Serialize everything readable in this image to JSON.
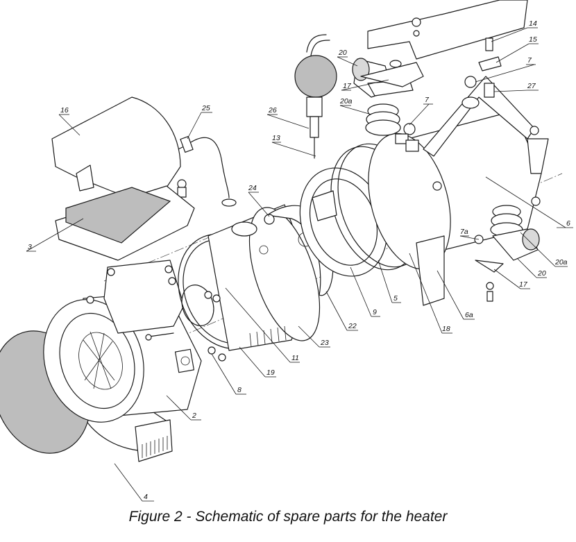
{
  "caption": "Figure 2 - Schematic of spare parts for the heater",
  "callouts": [
    {
      "id": "16",
      "text": "16"
    },
    {
      "id": "25",
      "text": "25"
    },
    {
      "id": "3",
      "text": "3"
    },
    {
      "id": "4",
      "text": "4"
    },
    {
      "id": "2",
      "text": "2"
    },
    {
      "id": "8",
      "text": "8"
    },
    {
      "id": "19",
      "text": "19"
    },
    {
      "id": "11",
      "text": "11"
    },
    {
      "id": "23",
      "text": "23"
    },
    {
      "id": "24",
      "text": "24"
    },
    {
      "id": "22",
      "text": "22"
    },
    {
      "id": "9",
      "text": "9"
    },
    {
      "id": "5",
      "text": "5"
    },
    {
      "id": "18",
      "text": "18"
    },
    {
      "id": "6a",
      "text": "6a"
    },
    {
      "id": "13",
      "text": "13"
    },
    {
      "id": "26",
      "text": "26"
    },
    {
      "id": "20a-top",
      "text": "20a"
    },
    {
      "id": "17-top",
      "text": "17"
    },
    {
      "id": "20-top",
      "text": "20"
    },
    {
      "id": "7-mid",
      "text": "7"
    },
    {
      "id": "7-right",
      "text": "7"
    },
    {
      "id": "14",
      "text": "14"
    },
    {
      "id": "15",
      "text": "15"
    },
    {
      "id": "27",
      "text": "27"
    },
    {
      "id": "6",
      "text": "6"
    },
    {
      "id": "7a",
      "text": "7a"
    },
    {
      "id": "20a-bottom",
      "text": "20a"
    },
    {
      "id": "20-bottom",
      "text": "20"
    },
    {
      "id": "17-bottom",
      "text": "17"
    }
  ]
}
